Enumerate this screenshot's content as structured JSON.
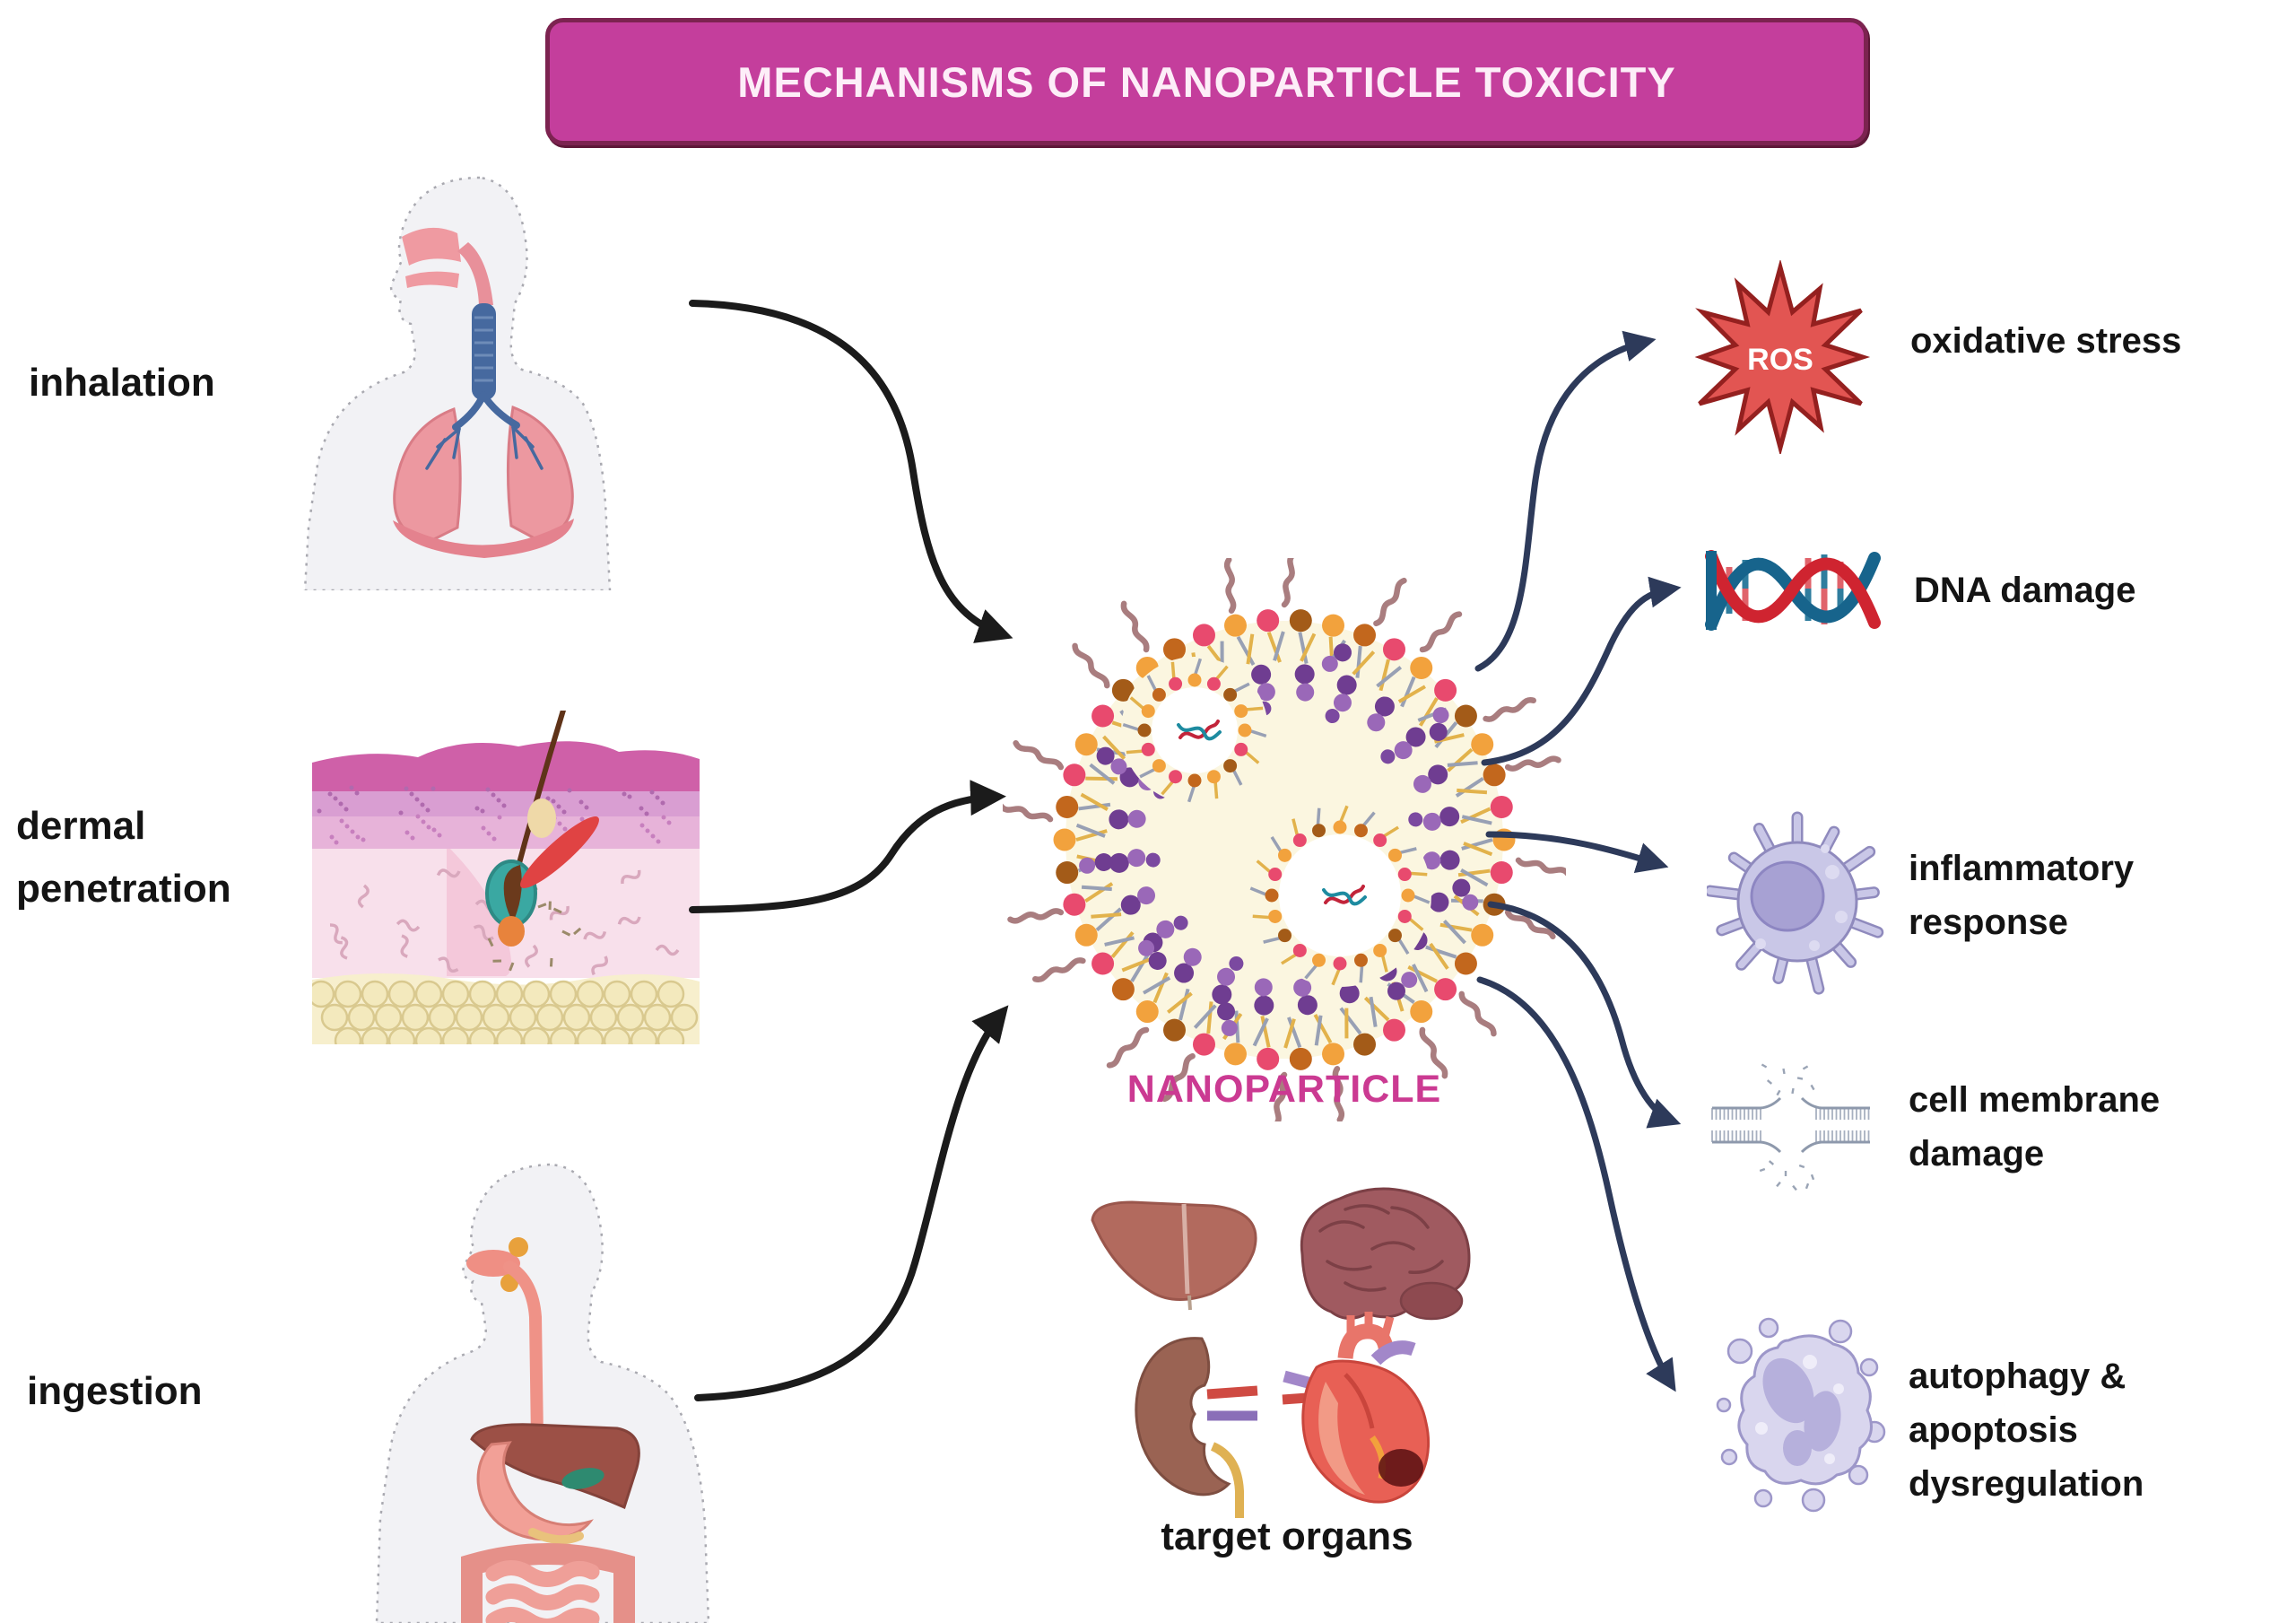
{
  "title": "MECHANISMS OF NANOPARTICLE TOXICITY",
  "routes": [
    {
      "id": "inhalation",
      "label_lines": [
        "inhalation"
      ],
      "icon": "respiratory-system-figure"
    },
    {
      "id": "dermal-penetration",
      "label_lines": [
        "dermal",
        "penetration"
      ],
      "icon": "skin-cross-section"
    },
    {
      "id": "ingestion",
      "label_lines": [
        "ingestion"
      ],
      "icon": "digestive-system-figure"
    }
  ],
  "nanoparticle": {
    "label": "NANOPARTICLE"
  },
  "target_organs": {
    "label": "target organs",
    "organs": [
      "liver",
      "brain",
      "kidney",
      "heart"
    ]
  },
  "outcomes": [
    {
      "id": "oxidative-stress",
      "label_lines": [
        "oxidative stress"
      ],
      "icon": "ros-starburst",
      "icon_text": "ROS"
    },
    {
      "id": "dna-damage",
      "label_lines": [
        "DNA damage"
      ],
      "icon": "dna-double-helix"
    },
    {
      "id": "inflammatory-response",
      "label_lines": [
        "inflammatory",
        "response"
      ],
      "icon": "macrophage-cell"
    },
    {
      "id": "cell-membrane-damage",
      "label_lines": [
        "cell membrane",
        "damage"
      ],
      "icon": "ruptured-lipid-bilayer"
    },
    {
      "id": "autophagy-apoptosis-dysregulation",
      "label_lines": [
        "autophagy &",
        "apoptosis",
        "dysregulation"
      ],
      "icon": "apoptotic-cell"
    }
  ],
  "colors": {
    "banner_fill": "#c43e9c",
    "banner_border": "#7c2350",
    "banner_text": "#fdeef8",
    "nanoparticle_label": "#cb3a92",
    "left_arrow": "#1b1b1b",
    "right_arrow": "#2d3a5a",
    "ros_fill": "#e25552",
    "ros_border": "#94201f",
    "label_text": "#141414"
  }
}
